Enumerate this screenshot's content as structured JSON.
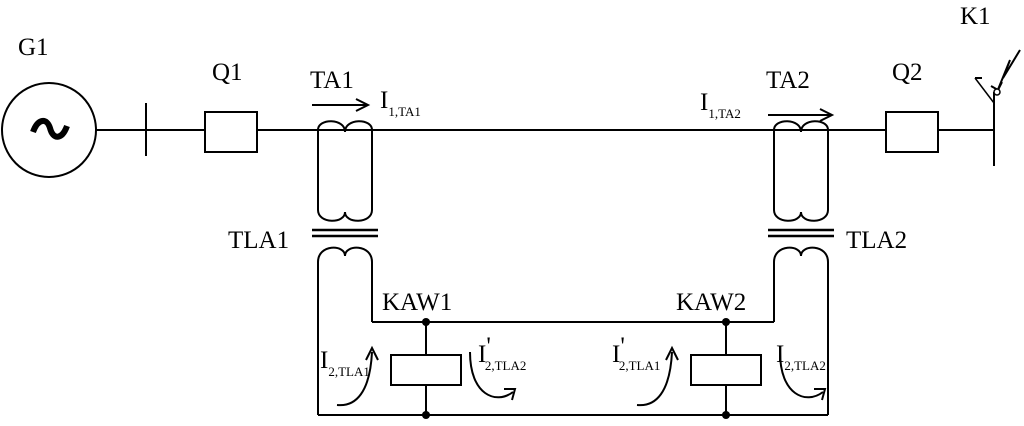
{
  "labels": {
    "generator": "G1",
    "generator_symbol": "~",
    "breaker1": "Q1",
    "breaker2": "Q2",
    "ct1": "TA1",
    "ct2": "TA2",
    "fault": "K1",
    "tla1": "TLA1",
    "tla2": "TLA2",
    "kaw1": "KAW1",
    "kaw2": "KAW2"
  },
  "currents": {
    "i1_ta1": {
      "main": "I",
      "sub": "1,TA1"
    },
    "i1_ta2": {
      "main": "I",
      "sub": "1,TA2"
    },
    "i2_tla1_left": {
      "main": "I",
      "sub": "2,TLA1"
    },
    "i2p_tla2_left": {
      "main": "I",
      "prime": "'",
      "sub": "2,TLA2"
    },
    "i2p_tla1_right": {
      "main": "I",
      "prime": "'",
      "sub": "2,TLA1"
    },
    "i2_tla2_right": {
      "main": "I",
      "sub": "2,TLA2"
    }
  }
}
